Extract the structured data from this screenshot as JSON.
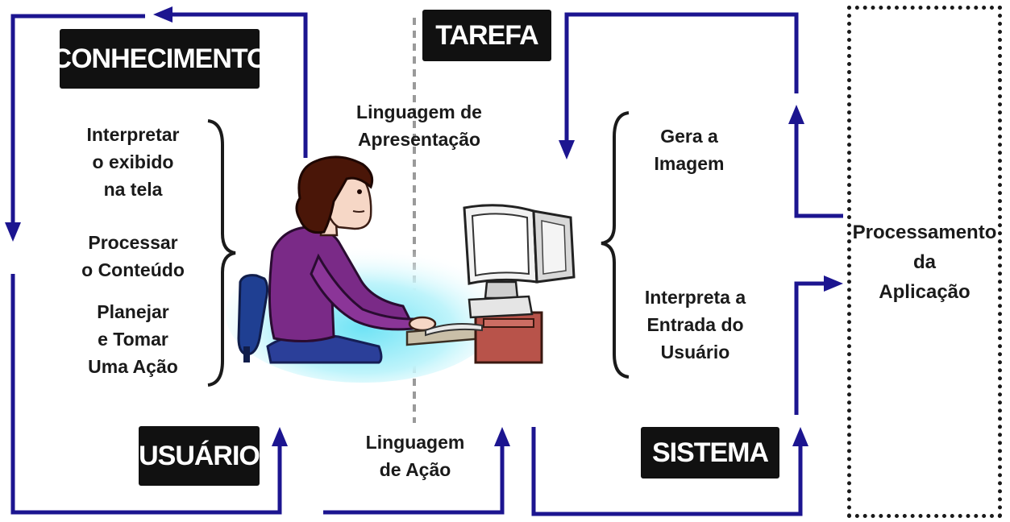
{
  "labels": {
    "conhecimento": "CONHECIMENTO",
    "tarefa": "TAREFA",
    "usuario": "USUÁRIO",
    "sistema": "SISTEMA"
  },
  "user_actions": [
    {
      "lines": [
        "Interpretar",
        "o exibido",
        "na tela"
      ]
    },
    {
      "lines": [
        "Processar",
        "o Conteúdo"
      ]
    },
    {
      "lines": [
        "Planejar",
        "e Tomar",
        "Uma Ação"
      ]
    }
  ],
  "presentation_language": [
    "Linguagem de",
    "Apresentação"
  ],
  "action_language": [
    "Linguagem",
    "de Ação"
  ],
  "system_actions": [
    {
      "lines": [
        "Gera a",
        "Imagem"
      ]
    },
    {
      "lines": [
        "Interpreta a",
        "Entrada do",
        "Usuário"
      ]
    }
  ],
  "application": [
    "Processamento",
    "da",
    "Aplicação"
  ],
  "colors": {
    "arrow": "#1c1590",
    "label_bg": "#111111",
    "label_text": "#ffffff",
    "divider": "#9a9a9a",
    "glow": "#6fe3f5"
  },
  "illustration": "person-at-computer"
}
